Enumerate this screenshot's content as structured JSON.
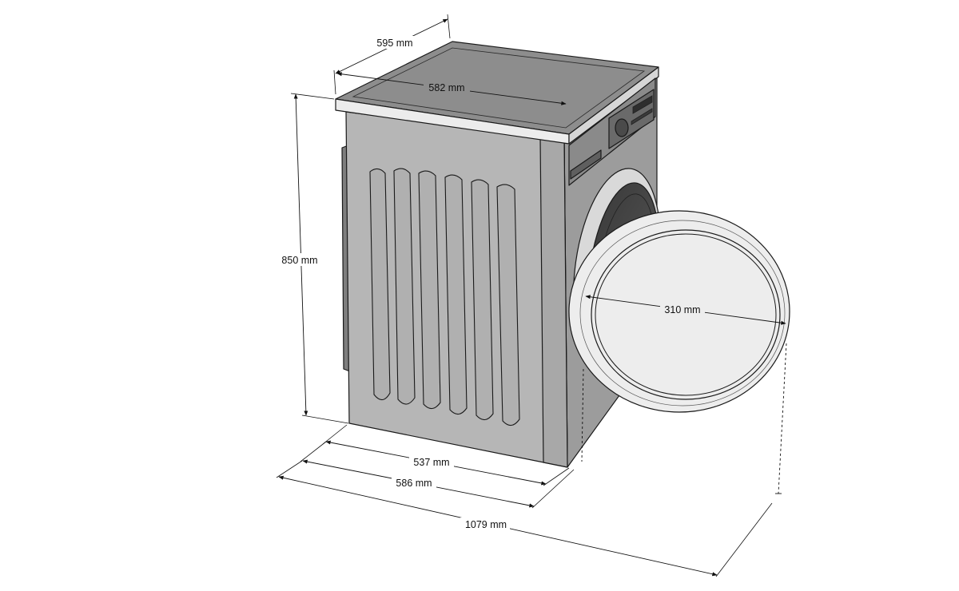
{
  "dimensions": {
    "top_depth": "595 mm",
    "top_width": "582 mm",
    "height": "850 mm",
    "door_diameter": "310 mm",
    "base_width": "537 mm",
    "body_width": "586 mm",
    "depth_door_open": "1079 mm"
  },
  "colors": {
    "front": "#b4b4b4",
    "side": "#9e9e9e",
    "top": "#8f8f8f",
    "panel": "#6f6f6f",
    "door_ring": "#e8e8e8",
    "drum": "#4a4a4a"
  }
}
